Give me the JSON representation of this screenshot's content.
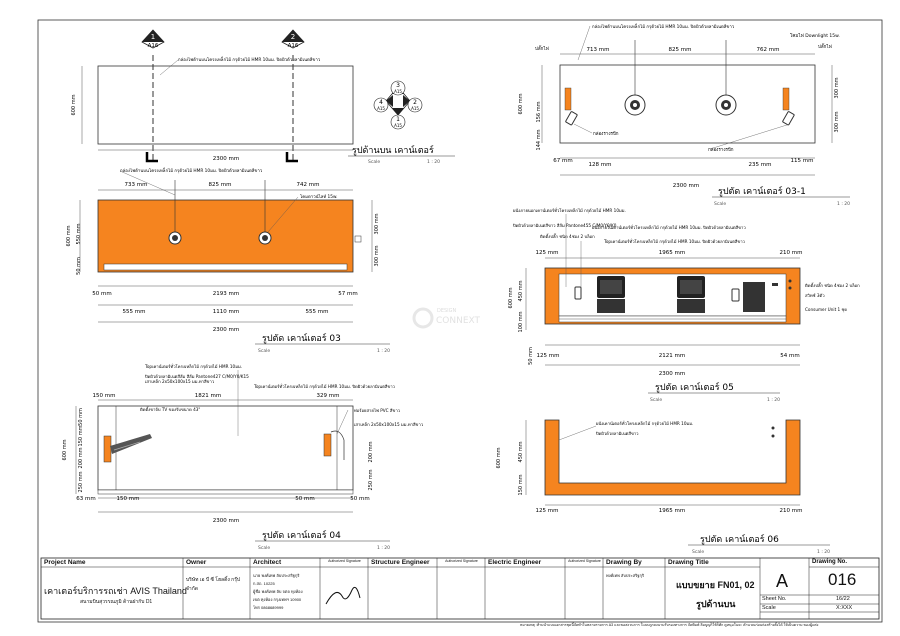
{
  "colors": {
    "accent": "#f5841f",
    "line": "#333333",
    "dim": "#555555"
  },
  "views": {
    "top": {
      "title": "รูปด้านบน เคาน์เตอร์",
      "scale_label": "Scale",
      "scale": "1 : 20",
      "note_top": "กล่องไฟด้านบนโครงเหล็กไม้ กรุด้วยไม้ HMR 10มม. ปิดผิวด้วยลามิเนตสีขาว",
      "width": "2300 mm",
      "depth": "600 mm",
      "sec_a": "1",
      "sec_a_ref": "A16",
      "sec_b": "2",
      "sec_b_ref": "A16"
    },
    "key": {
      "n1": "3",
      "n2": "4",
      "n3": "2",
      "n4": "1",
      "ref": "A15"
    },
    "s03": {
      "title": "รูปตัด เคาน์เตอร์ 03",
      "scale_label": "Scale",
      "scale": "1 : 20",
      "note": "กล่องไฟด้านบนโครงเหล็กไม้ กรุด้วยไม้ HMR 10มม. ปิดผิวด้วยลามิเนตสีขาว",
      "note_light": "โคมดาวน์ไลท์ 15w.",
      "d1": "733 mm",
      "d2": "825 mm",
      "d3": "742 mm",
      "h600": "600 mm",
      "h550": "550 mm",
      "h50": "50 mm",
      "h300a": "300 mm",
      "h300b": "300 mm",
      "w50a": "50 mm",
      "w2193": "2193 mm",
      "w57": "57 mm",
      "w555a": "555 mm",
      "w1110": "1110 mm",
      "w555b": "555 mm",
      "w2300": "2300 mm"
    },
    "s031": {
      "title": "รูปตัด เคาน์เตอร์ 03-1",
      "scale_label": "Scale",
      "scale": "1 : 20",
      "note": "กล่องไฟด้านบนโครงเหล็กไม้ กรุด้วยไม้ HMR 10มม. ปิดผิวด้วยลามิเนตสีขาว",
      "plug_l": "ปลั๊กไฟ",
      "plug_r": "ปลั๊กไฟ",
      "light": "โคมไฟ Downlight 15w.",
      "d1": "713 mm",
      "d2": "825 mm",
      "d3": "762 mm",
      "h600": "600 mm",
      "h156": "156 mm",
      "h144": "144 mm",
      "h300a": "300 mm",
      "h300b": "300 mm",
      "box1": "กล่องรางรปีก",
      "box2": "กล่องรางรปีก",
      "w67": "67 mm",
      "w128": "128 mm",
      "w235": "235 mm",
      "w115": "115 mm",
      "w2300": "2300 mm"
    },
    "s05": {
      "title": "รูปตัด เคาน์เตอร์ 05",
      "scale_label": "Scale",
      "scale": "1 : 20",
      "n1": "ผนังภายนอกเคาน์เตอร์ทั่วโครงเหล็กไม้ กรุด้วยไม้ HMR 10มม.",
      "n2": "ปิดผิวด้วยลามิเนตสีขาว สีส้ม  Pantone455 C/M0/Y0/K0",
      "n3": "ติดตั้งปลั๊ก ชนิด 4ช่อง 2 บล็อก",
      "n4": "ผนังภายในเคาน์เตอร์ทั่วโครงเหล็กไม้ กรุด้วยไม้ HMR 10มม. ปิดผิวด้วยลามิเนตสีขาว",
      "n5": "Topเคาน์เตอร์ทั่วโครงเหล็กไม้ กรุด้วยไม้ HMR 10มม. ปิดผิวด้วยลามิเนตสีขาว",
      "n6": "ติดตั้งปลั๊ก ชนิด 4ช่อง 2 บล็อก",
      "n7": "สวิทช์ 3ตัว",
      "n8": "Consumer Unit 1 ชุด",
      "w125": "125 mm",
      "w1965": "1965 mm",
      "w210": "210 mm",
      "h600": "600 mm",
      "h450": "450 mm",
      "h100": "100 mm",
      "h50": "50 mm",
      "b125": "125 mm",
      "b2121": "2121 mm",
      "b54": "54 mm",
      "w2300": "2300 mm"
    },
    "s04": {
      "title": "รูปตัด เคาน์เตอร์ 04",
      "scale_label": "Scale",
      "scale": "1 : 20",
      "n1": "Topเคาน์เตอร์ทั่วโครงเหล็กไม้ กรุด้วยไม้ HMR 10มม.",
      "n2": "ปิดผิวด้วยลามิเนตสีส้ม สีส้ม  Pantone427 C/M0/Y0/K15",
      "n3": "เสาเหล็ก 2x50x100x15 มม.ทาสีขาว",
      "n4": "Topเคาน์เตอร์ทั่วโครงเหล็กไม้ กรุด้วยไม้ HMR 10มม. ปิดผิวด้วยลามิเนตสีขาว",
      "n5": "ติดตั้งขาจับ TV ของรับขนาด 43\"",
      "n6": "ท่อร้อยสายไฟ PVC สีขาว",
      "n7": "เสาเหล็ก 2x50x100x15 มม.ทาสีขาว",
      "d150": "150 mm",
      "d1821": "1821 mm",
      "d329": "329 mm",
      "h600": "600 mm",
      "h50": "50 mm",
      "h150": "150 mm",
      "h200": "200 mm",
      "h250": "250 mm",
      "b63": "63 mm",
      "b150": "150 mm",
      "b50a": "50 mm",
      "b50b": "50 mm",
      "w2300": "2300 mm"
    },
    "s06": {
      "title": "รูปตัด เคาน์เตอร์ 06",
      "scale_label": "Scale",
      "scale": "1 : 20",
      "n1": "ผนังเคาน์เตอร์ทั่วโครงเหล็กไม้ กรุด้วยไม้ HMR 10มม.",
      "n2": "ปิดผิวด้วยลามิเนตสีขาว",
      "h600": "600 mm",
      "h450": "450 mm",
      "h150": "150 mm",
      "w125": "125 mm",
      "w1965": "1965 mm",
      "w210": "210 mm"
    }
  },
  "watermark": {
    "line1": "DESIGN",
    "line2": "CONNEXT"
  },
  "title_block": {
    "project_name_label": "Project Name",
    "project_name": "เคาเตอร์บริการรถเช่า AVIS Thailand",
    "project_location": "สนามบินสุวรรณภูมิ ด้านฝากับ D1",
    "owner_label": "Owner",
    "owner": "บริษัท เอ บี ซี โฮลดิ้ง กรุ๊ป จำกัด",
    "architect_label": "Architect",
    "architect_lines": [
      "นาย พงศ์เทพ ลับประสริฐกุริ",
      "ก.สถ. 10225",
      "ผู้ชื่อ พงศ์เทพ ลับ จตจ ทุงห้อง",
      "เขต ทุงห้อง กรุงเทพฯ 10900",
      "โทร 0868689999"
    ],
    "auth_sig": "Authorized Signature",
    "signature": "ภาท",
    "structure_label": "Structure Engineer",
    "electric_label": "Electric Engineer",
    "drawing_by_label": "Drawing By",
    "drawing_by": "พงศ์เทพ ลับประสริฐกุริ",
    "drawing_title_label": "Drawing Title",
    "drawing_title": "แบบขยาย FN01, 02",
    "drawing_subtitle": "รูปด้านบน",
    "size": "A",
    "drawing_no_label": "Drawing No.",
    "drawing_no": "016",
    "sheet_label": "Sheet No.",
    "sheet": "16/22",
    "scale_label": "Scale",
    "scale": "X:XXX",
    "footnote": "หมายเหตุ :ห้ามนำแบบเอกสารชุดนี้จัดทำในหลายรายการ A3 และขอสงวนการ ใแบบถูกลงนามรับรองทางการ จัดพิมพ์ ลิมบูญก็ใช้ก็ศัก ดูหนุมในจะ คำนวณก่อนก่อสร้างตั้งได้ ให้เป็นความ ของผู้แต่ง"
  }
}
